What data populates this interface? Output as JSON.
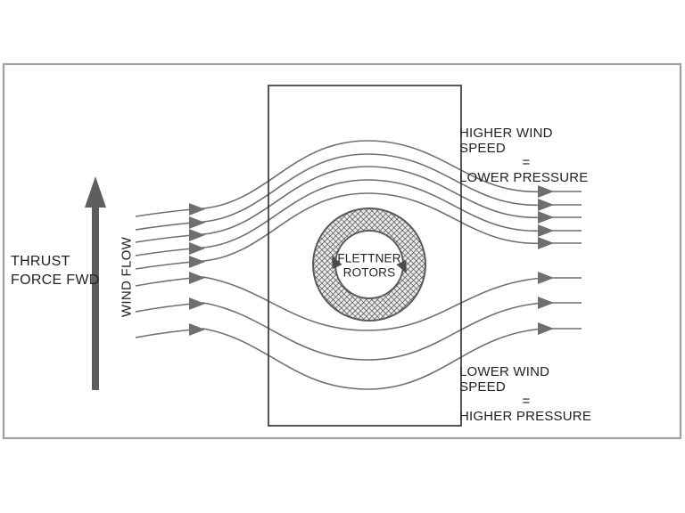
{
  "labels": {
    "thrust": [
      "THRUST",
      "FORCE FWD"
    ],
    "wind_flow": "WIND FLOW",
    "rotor": [
      "FLETTNER",
      "ROTORS"
    ],
    "high_speed": [
      "HIGHER WIND SPEED",
      "=",
      "LOWER PRESSURE"
    ],
    "low_speed": [
      "LOWER WIND SPEED",
      "=",
      "HIGHER PRESSURE"
    ]
  },
  "colors": {
    "streamline": "#6f6f6f",
    "thrust_arrow": "#5e5e5e",
    "outer_frame": "#a0a0a0",
    "inner_box": "#2e2e2e",
    "rotor_ring_edge": "#5a5a5a",
    "hatch": "#3f3f3f",
    "text": "#222222"
  }
}
